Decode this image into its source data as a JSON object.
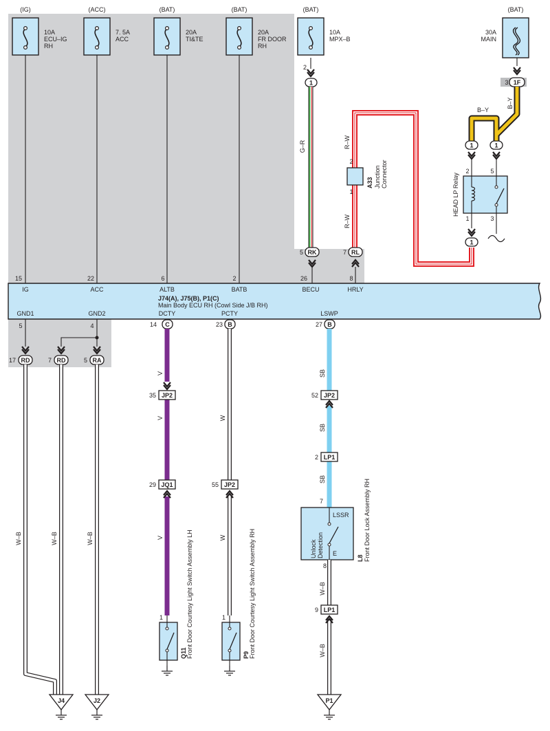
{
  "fuses": [
    {
      "source": "(IG)",
      "rating": "10A",
      "name_line1": "ECU–IG",
      "name_line2": "RH"
    },
    {
      "source": "(ACC)",
      "rating": "7. 5A",
      "name_line1": "ACC",
      "name_line2": ""
    },
    {
      "source": "(BAT)",
      "rating": "20A",
      "name_line1": "TI&TE",
      "name_line2": ""
    },
    {
      "source": "(BAT)",
      "rating": "20A",
      "name_line1": "FR DOOR",
      "name_line2": "RH"
    },
    {
      "source": "(BAT)",
      "rating": "10A",
      "name_line1": "MPX–B",
      "name_line2": ""
    },
    {
      "source": "(BAT)",
      "rating": "30A",
      "name_line1": "MAIN",
      "name_line2": ""
    }
  ],
  "ecu": {
    "title": "J74(A), J75(B), P1(C)",
    "subtitle": "Main Body ECU RH (Cowl Side J/B RH)",
    "top_pins": [
      {
        "num": "15",
        "label": "IG"
      },
      {
        "num": "22",
        "label": "ACC"
      },
      {
        "num": "6",
        "label": "ALTB"
      },
      {
        "num": "2",
        "label": "BATB"
      },
      {
        "num": "26",
        "label": "BECU"
      },
      {
        "num": "8",
        "label": "HRLY"
      }
    ],
    "bottom_pins": [
      {
        "num": "5",
        "label": "GND1",
        "conn": ""
      },
      {
        "num": "4",
        "label": "GND2",
        "conn": ""
      },
      {
        "num": "14",
        "label": "DCTY",
        "conn": "C"
      },
      {
        "num": "23",
        "label": "PCTY",
        "conn": "B"
      },
      {
        "num": "27",
        "label": "LSWP",
        "conn": "B"
      }
    ]
  },
  "connectors": {
    "rk": {
      "pin": "5",
      "name": "RK"
    },
    "rl": {
      "pin": "7",
      "name": "RL"
    },
    "mpxb_out": {
      "pin": "2",
      "name": "1"
    },
    "main_out": {
      "pin": "3",
      "name": "1F"
    },
    "relay_in_left": "1",
    "relay_in_right": "1",
    "relay_out": "1",
    "rd1": {
      "pin": "17",
      "name": "RD"
    },
    "rd2": {
      "pin": "7",
      "name": "RD"
    },
    "ra": {
      "pin": "5",
      "name": "RA"
    },
    "jp2_a": {
      "pin": "35",
      "name": "JP2"
    },
    "jq1": {
      "pin": "29",
      "name": "JQ1"
    },
    "jp2_b": {
      "pin": "55",
      "name": "JP2"
    },
    "jp2_c": {
      "pin": "52",
      "name": "JP2"
    },
    "lp1_a": {
      "pin": "2",
      "name": "LP1"
    },
    "lp1_b": {
      "pin": "9",
      "name": "LP1"
    }
  },
  "junction": {
    "code": "A33",
    "name_line1": "Junction",
    "name_line2": "Connector",
    "pin_top": "2",
    "pin_bottom": "1"
  },
  "relay": {
    "name": "HEAD LP Relay",
    "pin_tl": "2",
    "pin_tr": "5",
    "pin_bl": "1",
    "pin_br": "3"
  },
  "lock_assy": {
    "code": "L8",
    "name": "Front Door Lock Assembly RH",
    "inner_line1": "Unlock",
    "inner_line2": "Detection",
    "pin_top_label": "LSSR",
    "pin_bottom_label": "E",
    "pin_top": "7",
    "pin_bottom": "8"
  },
  "switches": [
    {
      "code": "Q11",
      "name": "Front Door Courtesy Light Switch Assembly LH",
      "pin": "1"
    },
    {
      "code": "P9",
      "name": "Front Door Courtesy Light Switch Assembly RH",
      "pin": "1"
    }
  ],
  "grounds": [
    "J4",
    "J2",
    "P1"
  ],
  "wire_colors": {
    "g_r": "G–R",
    "r_w_upper": "R–W",
    "r_w_lower": "R–W",
    "b_y_left": "B–Y",
    "b_y_right": "B–Y",
    "v": "V",
    "w": "W",
    "sb": "SB",
    "w_b": "W–B"
  },
  "colors": {
    "ecu_fill": "#c5e6f7",
    "shade": "#d1d2d4",
    "violet": "#7b2d8e",
    "sky": "#7fd0f0",
    "red": "#e31e24",
    "yellow": "#f0c419",
    "green": "#4caf50"
  }
}
